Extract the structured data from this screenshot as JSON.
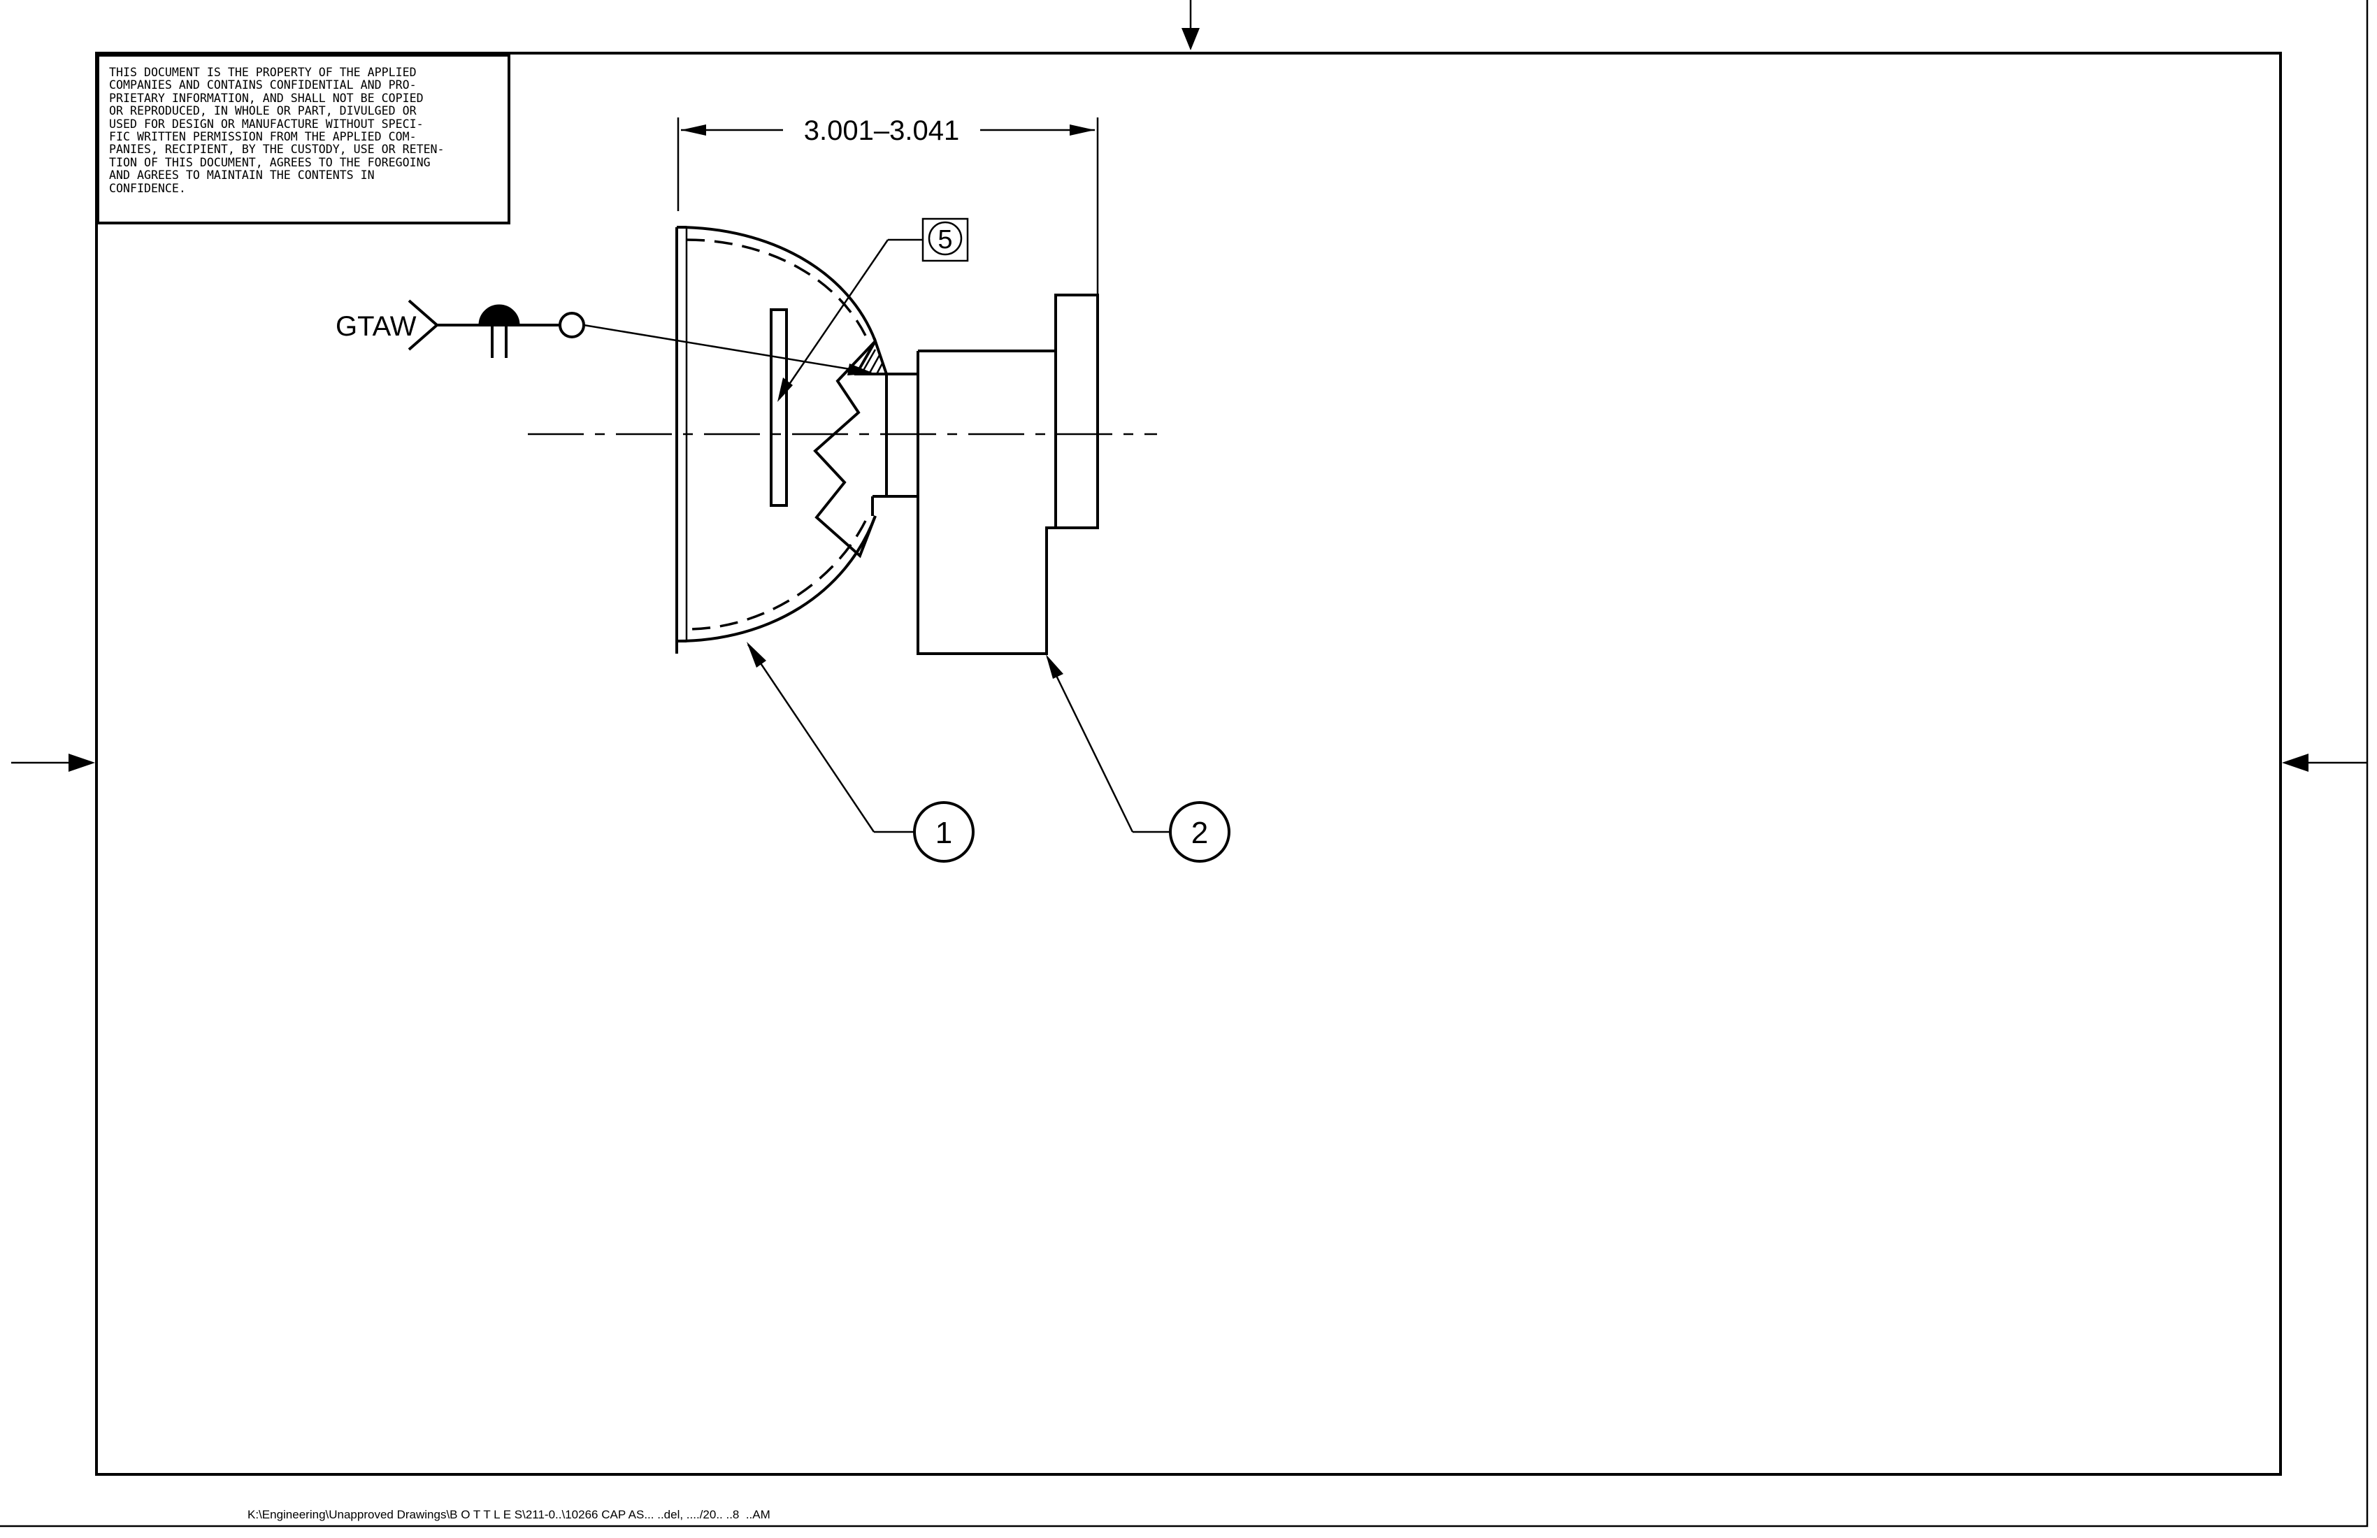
{
  "notice": {
    "lines": [
      "THIS DOCUMENT IS THE PROPERTY OF THE APPLIED",
      "COMPANIES AND CONTAINS CONFIDENTIAL AND PRO-",
      "PRIETARY INFORMATION, AND SHALL NOT BE COPIED",
      "OR REPRODUCED, IN WHOLE OR PART, DIVULGED OR",
      "USED FOR DESIGN OR MANUFACTURE WITHOUT SPECI-",
      "FIC WRITTEN PERMISSION FROM THE APPLIED COM-",
      "PANIES, RECIPIENT, BY THE CUSTODY, USE OR RETEN-",
      "TION OF THIS DOCUMENT, AGREES TO THE FOREGOING",
      "AND AGREES TO MAINTAIN THE CONTENTS IN",
      "CONFIDENCE."
    ]
  },
  "dimension": {
    "label": "3.001–3.041"
  },
  "weld": {
    "process_label": "GTAW"
  },
  "balloons": {
    "item_1": "1",
    "item_2": "2",
    "item_5": "5"
  },
  "footer": {
    "file_path": "K:\\Engineering\\Unapproved Drawings\\B O T T L E S\\211-0..\\10266 CAP AS... ..del, ..../20.. ..8  ..AM"
  },
  "colors": {
    "line": "#000000",
    "background": "#ffffff"
  }
}
